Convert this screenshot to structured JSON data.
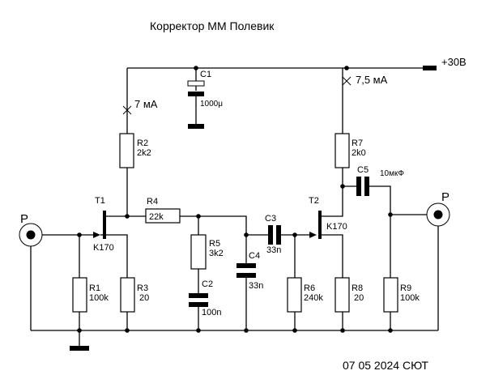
{
  "title": "Корректор ММ Полевик",
  "footer": "07 05 2024 СЮТ",
  "supply": "+30В",
  "currents": {
    "left": "7 мА",
    "right": "7,5 мА"
  },
  "connectors": {
    "input": "P",
    "output": "P"
  },
  "components": {
    "C1": {
      "ref": "C1",
      "value": "1000μ"
    },
    "R2": {
      "ref": "R2",
      "value": "2k2"
    },
    "T1": {
      "ref": "T1",
      "value": "K170"
    },
    "R4": {
      "ref": "R4",
      "value": "22k"
    },
    "R1": {
      "ref": "R1",
      "value": "100k"
    },
    "R3": {
      "ref": "R3",
      "value": "20"
    },
    "R5": {
      "ref": "R5",
      "value": "3k2"
    },
    "C2": {
      "ref": "C2",
      "value": "100n"
    },
    "C4": {
      "ref": "C4",
      "value": "33n"
    },
    "C3": {
      "ref": "C3",
      "value": "33n"
    },
    "T2": {
      "ref": "T2",
      "value": "K170"
    },
    "R6": {
      "ref": "R6",
      "value": "240k"
    },
    "R7": {
      "ref": "R7",
      "value": "2k0"
    },
    "R8": {
      "ref": "R8",
      "value": "20"
    },
    "C5": {
      "ref": "C5",
      "value": "10мкФ"
    },
    "R9": {
      "ref": "R9",
      "value": "100k"
    }
  }
}
